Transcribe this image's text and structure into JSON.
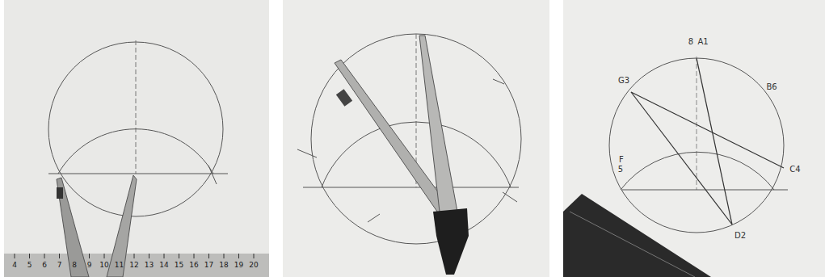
{
  "diagram": {
    "labels": [
      "4",
      "5",
      "6",
      "7",
      "8",
      "9",
      "10",
      "11",
      "12",
      "13",
      "14",
      "15",
      "16",
      "17",
      "18",
      "19",
      "20",
      "8",
      "A1",
      "G3",
      "B6",
      "F",
      "5",
      "C4",
      "D2"
    ]
  }
}
